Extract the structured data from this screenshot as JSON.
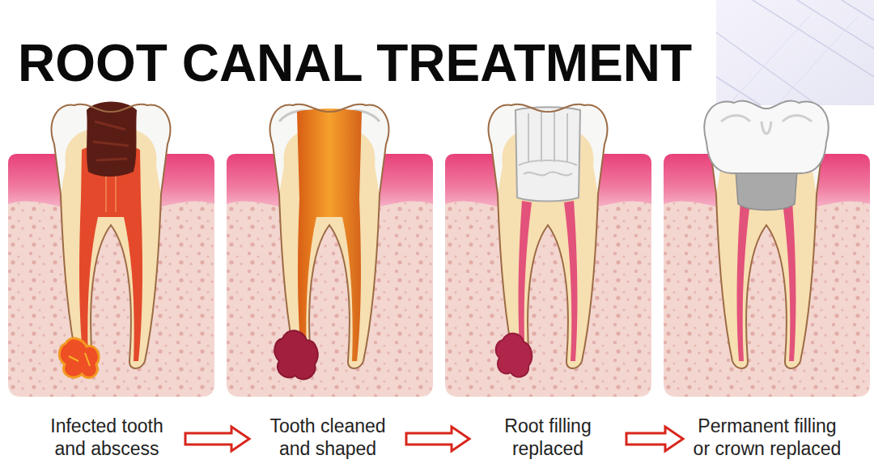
{
  "diagram": {
    "title": "ROOT CANAL TREATMENT",
    "nodes": [
      {
        "text": [
          "Infected tooth and abscess"
        ]
      },
      {
        "text": [
          "Tooth cleaned and shaped"
        ]
      },
      {
        "text": [
          "Root filling replaced"
        ]
      },
      {
        "text": [
          "Permanent filling or crown replaced"
        ]
      }
    ],
    "edges": [
      {
        "from": 0,
        "to": 1,
        "arrow": "to"
      },
      {
        "from": 1,
        "to": 2,
        "arrow": "to"
      },
      {
        "from": 2,
        "to": 3,
        "arrow": "to"
      }
    ]
  }
}
